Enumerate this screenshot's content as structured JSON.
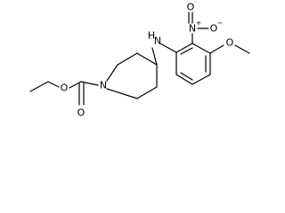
{
  "molecule": {
    "atom_labels": {
      "amine_nh": "H",
      "amine_n": "N",
      "nitro_n": "N",
      "nitro_charge_plus": "+",
      "nitro_o_top": "O",
      "nitro_o_right": "O",
      "nitro_charge_minus": "−",
      "methoxy_o": "O",
      "piperidine_n": "N",
      "ester_o_single": "O",
      "carbonyl_o": "O"
    },
    "colors": {
      "bond": "#000000",
      "text": "#000000",
      "background": "#ffffff"
    }
  }
}
